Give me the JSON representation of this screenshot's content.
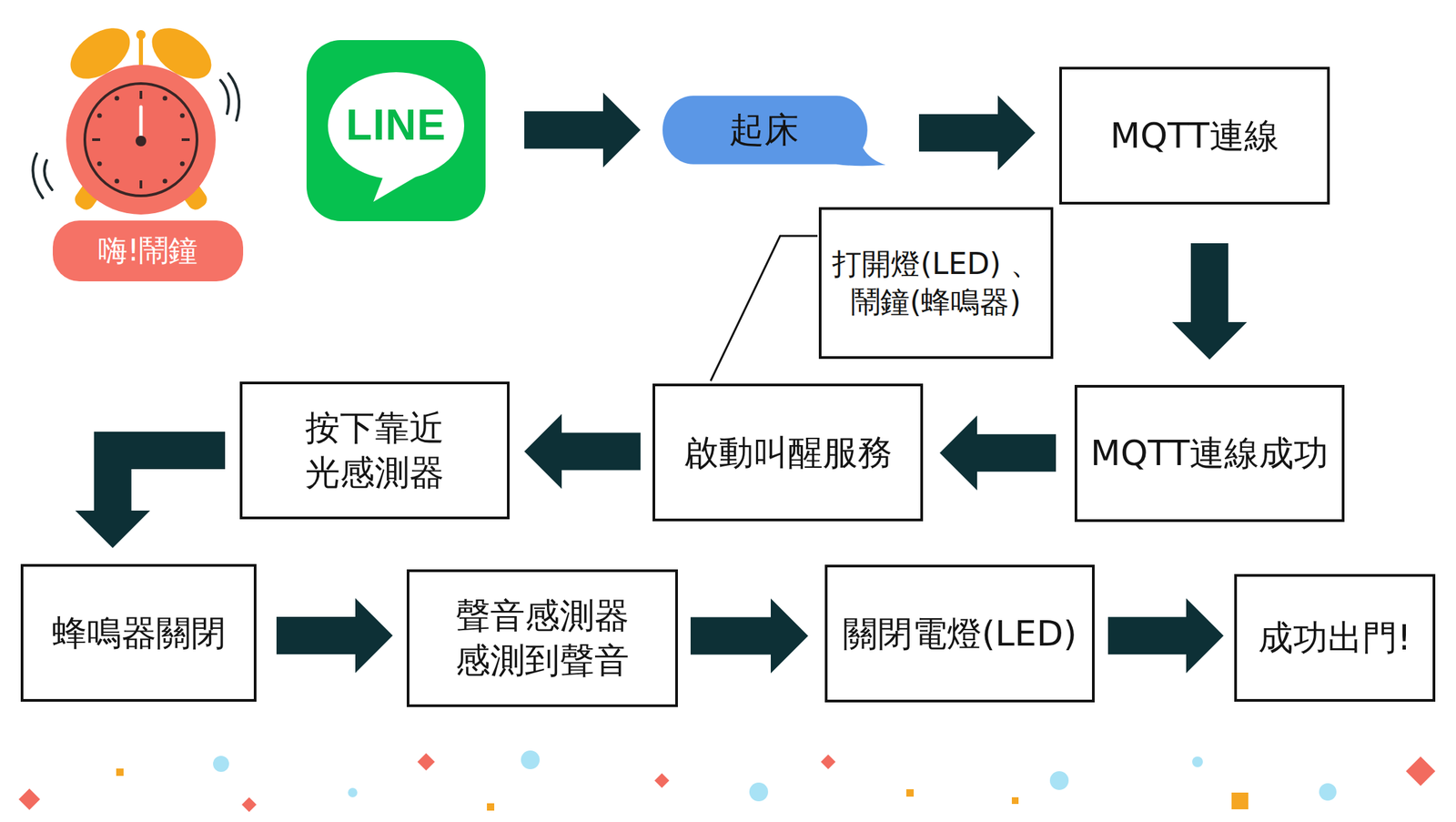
{
  "diagram": {
    "nodes": [
      {
        "text": [
          "嗨!鬧鐘"
        ]
      },
      {
        "text": [
          "LINE"
        ]
      },
      {
        "text": [
          "起床"
        ]
      },
      {
        "text": [
          "MQTT連線"
        ]
      },
      {
        "text": [
          "MQTT連線成功"
        ]
      },
      {
        "text": [
          "啟動叫醒服務"
        ]
      },
      {
        "text": [
          "打開燈(LED) 、鬧鐘(蜂鳴器)"
        ]
      },
      {
        "text": [
          "按下靠近 光感測器"
        ]
      },
      {
        "text": [
          "蜂鳴器關閉"
        ]
      },
      {
        "text": [
          "聲音感測器 感測到聲音"
        ]
      },
      {
        "text": [
          "關閉電燈(LED)"
        ]
      },
      {
        "text": [
          "成功出門!"
        ]
      }
    ],
    "edges": [
      {
        "from": 1,
        "to": 2,
        "arrow": "to"
      },
      {
        "from": 2,
        "to": 3,
        "arrow": "to"
      },
      {
        "from": 3,
        "to": 4,
        "arrow": "to"
      },
      {
        "from": 4,
        "to": 5,
        "arrow": "to"
      },
      {
        "from": 5,
        "to": 6,
        "arrow": "none"
      },
      {
        "from": 5,
        "to": 7,
        "arrow": "to"
      },
      {
        "from": 7,
        "to": 8,
        "arrow": "to"
      },
      {
        "from": 8,
        "to": 9,
        "arrow": "to"
      },
      {
        "from": 9,
        "to": 10,
        "arrow": "to"
      },
      {
        "from": 10,
        "to": 11,
        "arrow": "to"
      }
    ]
  }
}
